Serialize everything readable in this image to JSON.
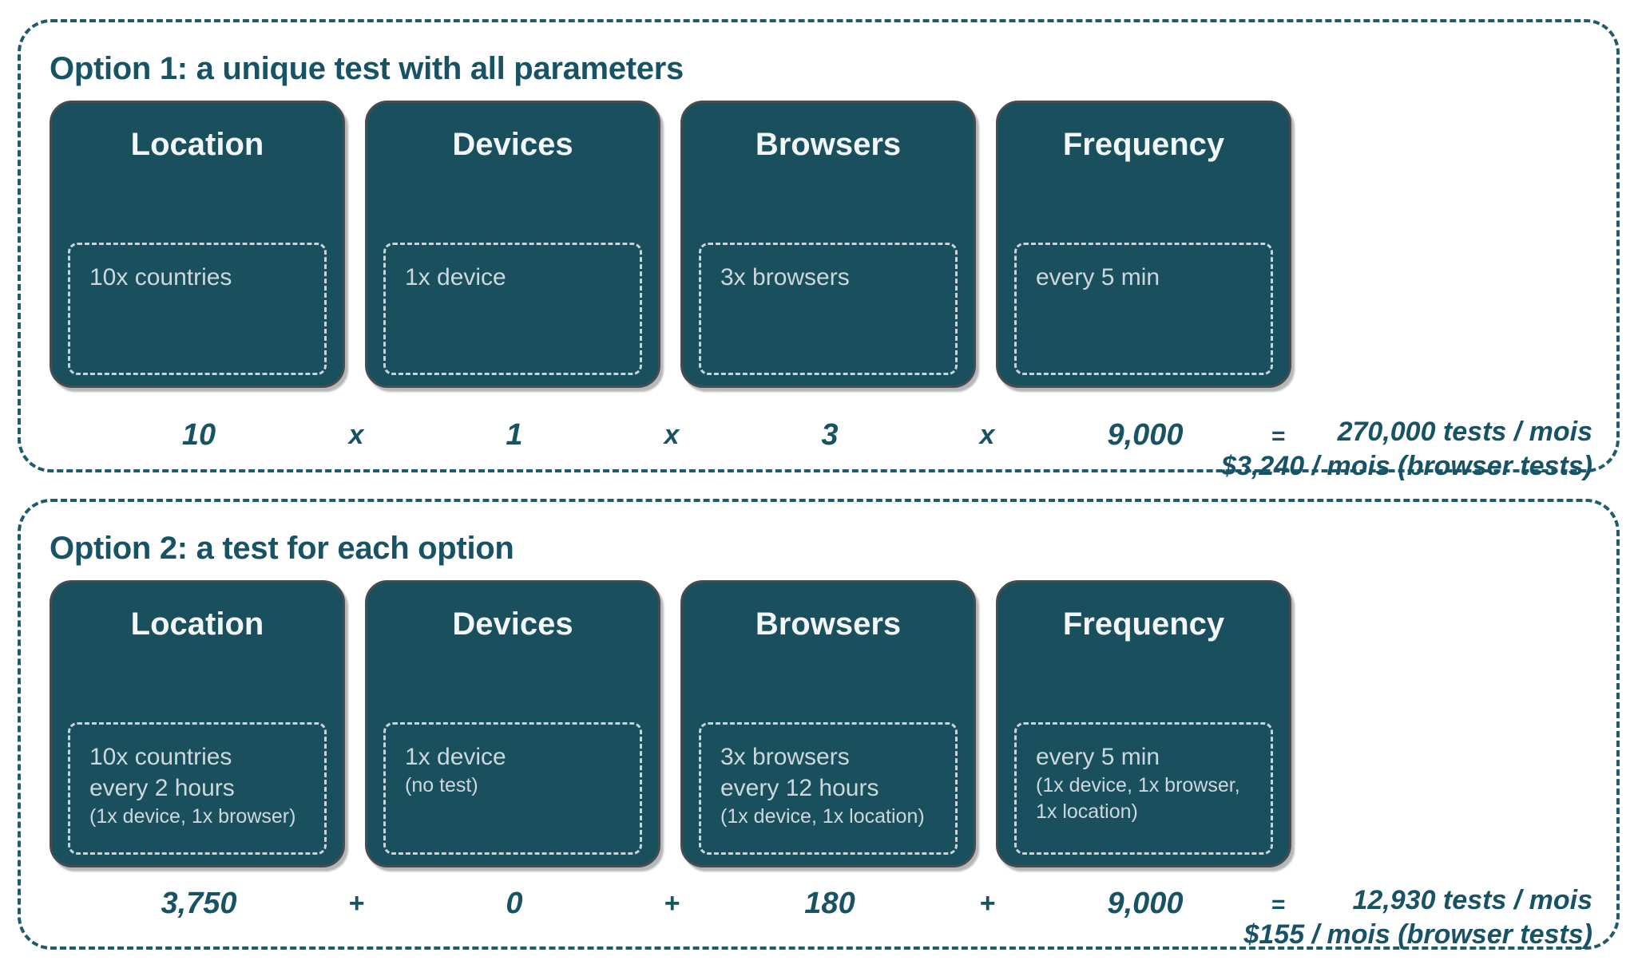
{
  "colors": {
    "background": "#ffffff",
    "ink": "#175365",
    "card_fill": "#1a4f5e",
    "card_outline": "#454d50",
    "card_title_text": "#f2f6f7",
    "card_body_text": "#ccd8dd",
    "inner_dash": "#c7d5da",
    "panel_dash": "#1e5b6d"
  },
  "sections": [
    {
      "title": "Option 1: a unique test with all parameters",
      "cards": [
        {
          "title": "Location",
          "lines": [
            {
              "text": "10x countries"
            }
          ]
        },
        {
          "title": "Devices",
          "lines": [
            {
              "text": "1x device"
            }
          ]
        },
        {
          "title": "Browsers",
          "lines": [
            {
              "text": "3x browsers"
            }
          ]
        },
        {
          "title": "Frequency",
          "lines": [
            {
              "text": "every 5 min"
            }
          ]
        }
      ],
      "equation": {
        "values": [
          "10",
          "1",
          "3",
          "9,000"
        ],
        "operator": "x",
        "equals": "=",
        "result_line1": "270,000 tests / mois",
        "result_line2": "$3,240 / mois (browser tests)"
      }
    },
    {
      "title": "Option 2: a test for each option",
      "cards": [
        {
          "title": "Location",
          "lines": [
            {
              "text": "10x countries"
            },
            {
              "text": "every 2 hours"
            },
            {
              "text": "(1x device, 1x browser)"
            }
          ]
        },
        {
          "title": "Devices",
          "lines": [
            {
              "text": "1x device"
            },
            {
              "text": "(no test)"
            }
          ]
        },
        {
          "title": "Browsers",
          "lines": [
            {
              "text": "3x browsers"
            },
            {
              "text": "every 12 hours"
            },
            {
              "text": "(1x device, 1x location)"
            }
          ]
        },
        {
          "title": "Frequency",
          "lines": [
            {
              "text": "every 5 min"
            },
            {
              "text": "(1x device, 1x browser,"
            },
            {
              "text": "1x location)"
            }
          ]
        }
      ],
      "equation": {
        "values": [
          "3,750",
          "0",
          "180",
          "9,000"
        ],
        "operator": "+",
        "equals": "=",
        "result_line1": "12,930 tests / mois",
        "result_line2": "$155 / mois (browser tests)"
      }
    }
  ]
}
